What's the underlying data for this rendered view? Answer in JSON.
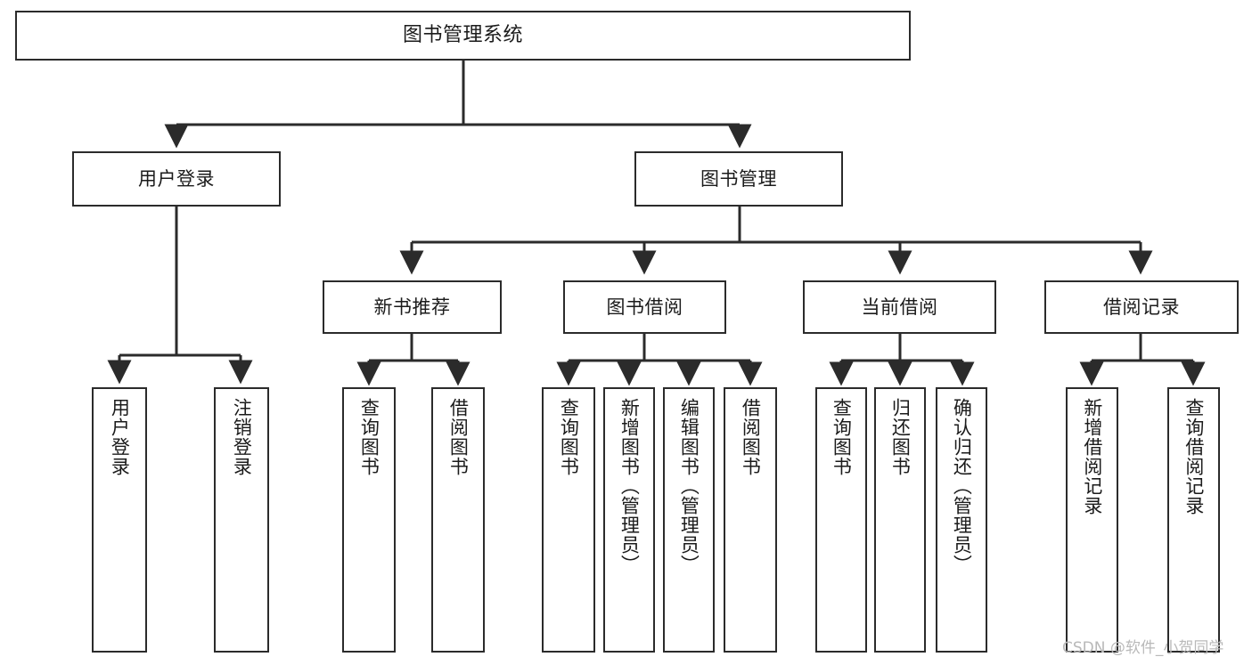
{
  "diagram": {
    "type": "tree-hierarchy",
    "title": "图书管理系统",
    "watermark": "CSDN @软件_小贺同学",
    "colors": {
      "box_border": "#2b2b2b",
      "box_fill": "#ffffff",
      "connector": "#2b2b2b",
      "text": "#1b1b1b",
      "watermark": "#b9b9b9",
      "background": "#ffffff"
    },
    "levels": {
      "root": {
        "label": "图书管理系统"
      },
      "level2": [
        {
          "id": "user-login",
          "label": "用户登录"
        },
        {
          "id": "book-management",
          "label": "图书管理"
        }
      ],
      "level3": [
        {
          "id": "new-book-recommend",
          "label": "新书推荐",
          "parent": "book-management"
        },
        {
          "id": "book-borrow",
          "label": "图书借阅",
          "parent": "book-management"
        },
        {
          "id": "current-borrow",
          "label": "当前借阅",
          "parent": "book-management"
        },
        {
          "id": "borrow-record",
          "label": "借阅记录",
          "parent": "book-management"
        }
      ],
      "leaves": {
        "user-login": [
          {
            "id": "leaf-user-login",
            "label": "用户登录"
          },
          {
            "id": "leaf-user-logout",
            "label": "注销登录"
          }
        ],
        "new-book-recommend": [
          {
            "id": "leaf-query-book-1",
            "label": "查询图书"
          },
          {
            "id": "leaf-borrow-book-1",
            "label": "借阅图书"
          }
        ],
        "book-borrow": [
          {
            "id": "leaf-query-book-2",
            "label": "查询图书"
          },
          {
            "id": "leaf-add-book",
            "label": "新增图书（管理员）"
          },
          {
            "id": "leaf-edit-book",
            "label": "编辑图书（管理员）"
          },
          {
            "id": "leaf-borrow-book-2",
            "label": "借阅图书"
          }
        ],
        "current-borrow": [
          {
            "id": "leaf-query-book-3",
            "label": "查询图书"
          },
          {
            "id": "leaf-return-book",
            "label": "归还图书"
          },
          {
            "id": "leaf-confirm-return",
            "label": "确认归还（管理员）"
          }
        ],
        "borrow-record": [
          {
            "id": "leaf-add-record",
            "label": "新增借阅记录"
          },
          {
            "id": "leaf-query-record",
            "label": "查询借阅记录"
          }
        ]
      }
    }
  }
}
